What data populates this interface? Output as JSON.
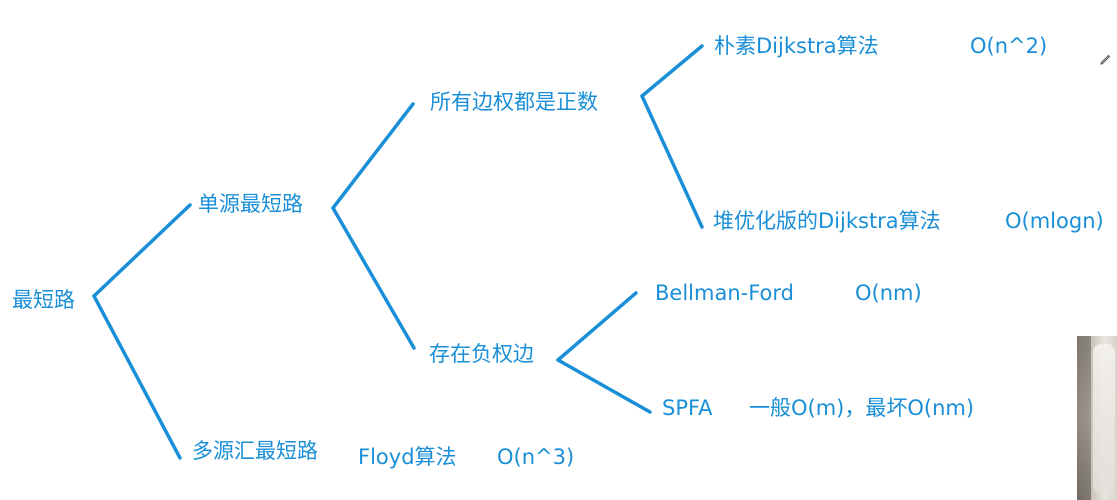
{
  "diagram": {
    "line_color": "#1a8fd8",
    "nodes": {
      "root": "最短路",
      "single_source": "单源最短路",
      "all_positive": "所有边权都是正数",
      "naive_dijkstra": "朴素Dijkstra算法",
      "naive_dijkstra_complexity": "O(n^2)",
      "heap_dijkstra": "堆优化版的Dijkstra算法",
      "heap_dijkstra_complexity": "O(mlogn)",
      "negative_edges": "存在负权边",
      "bellman_ford": "Bellman-Ford",
      "bellman_ford_complexity": "O(nm)",
      "spfa": "SPFA",
      "spfa_complexity": "一般O(m)，最坏O(nm)",
      "multi_source": "多源汇最短路",
      "floyd": "Floyd算法",
      "floyd_complexity": "O(n^3)"
    }
  },
  "overlay": {
    "pencil": "pencil-icon",
    "webcam": "webcam-thumbnail"
  }
}
